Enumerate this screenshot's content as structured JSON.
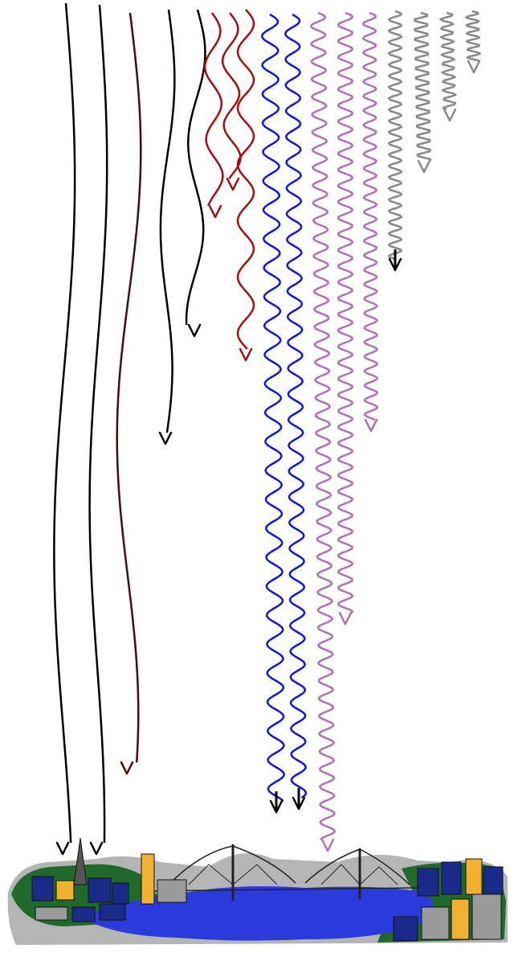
{
  "figure": {
    "background": "#ffffff",
    "waves": [
      {
        "id": "wave-1",
        "color": "#000000",
        "category": "long-wavelength"
      },
      {
        "id": "wave-2",
        "color": "#000000",
        "category": "long-wavelength"
      },
      {
        "id": "wave-3",
        "color": "#4a0a0a",
        "category": "long-wavelength"
      },
      {
        "id": "wave-4",
        "color": "#000000",
        "category": "long-wavelength"
      },
      {
        "id": "wave-5",
        "color": "#000000",
        "category": "long-wavelength"
      },
      {
        "id": "wave-6",
        "color": "#a01010",
        "category": "red"
      },
      {
        "id": "wave-7",
        "color": "#a01010",
        "category": "red"
      },
      {
        "id": "wave-8",
        "color": "#a01010",
        "category": "red"
      },
      {
        "id": "wave-9",
        "color": "#1018d0",
        "category": "blue"
      },
      {
        "id": "wave-10",
        "color": "#1018d0",
        "category": "blue"
      },
      {
        "id": "wave-11",
        "color": "#b070b8",
        "category": "violet"
      },
      {
        "id": "wave-12",
        "color": "#b070b8",
        "category": "violet"
      },
      {
        "id": "wave-13",
        "color": "#b070b8",
        "category": "violet"
      },
      {
        "id": "wave-14",
        "color": "#8a8a8a",
        "category": "gray"
      },
      {
        "id": "wave-15",
        "color": "#8a8a8a",
        "category": "gray"
      },
      {
        "id": "wave-16",
        "color": "#8a8a8a",
        "category": "gray"
      },
      {
        "id": "wave-17",
        "color": "#8a8a8a",
        "category": "gray"
      }
    ],
    "city": {
      "water_color": "#2a3adc",
      "land_color": "#1f6a2a",
      "building_color": "#1a2a8a",
      "window_color": "#f0b030",
      "bridge_color": "#222222"
    }
  }
}
